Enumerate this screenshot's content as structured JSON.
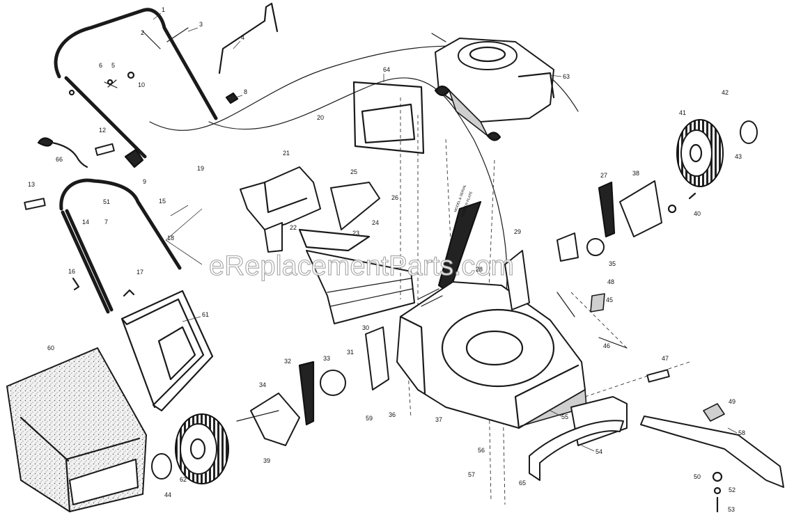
{
  "watermark": "eReplacementParts.com",
  "deck_label": {
    "line1": "MODEL & SERIAL",
    "line2": "NUMBER PLATE"
  },
  "part_labels": {
    "n1": "1",
    "n2": "2",
    "n3": "3",
    "n4": "4",
    "n5": "5",
    "n6": "6",
    "n7": "7",
    "n8": "8",
    "n9": "9",
    "n10": "10",
    "n12": "12",
    "n13": "13",
    "n14": "14",
    "n15": "15",
    "n16": "16",
    "n17": "17",
    "n18": "18",
    "n19": "19",
    "n20": "20",
    "n21": "21",
    "n22": "22",
    "n23": "23",
    "n24": "24",
    "n25": "25",
    "n26": "26",
    "n27": "27",
    "n28": "28",
    "n29": "29",
    "n30": "30",
    "n31": "31",
    "n32": "32",
    "n33": "33",
    "n34": "34",
    "n35": "35",
    "n36": "36",
    "n37": "37",
    "n38": "38",
    "n39": "39",
    "n40": "40",
    "n41": "41",
    "n42": "42",
    "n43": "43",
    "n44": "44",
    "n45": "45",
    "n46": "46",
    "n47": "47",
    "n48": "48",
    "n49": "49",
    "n50": "50",
    "n51": "51",
    "n52": "52",
    "n53": "53",
    "n54": "54",
    "n55": "55",
    "n56": "56",
    "n57": "57",
    "n58": "58",
    "n59": "59",
    "n60": "60",
    "n61": "61",
    "n62": "62",
    "n63": "63",
    "n64": "64",
    "n65": "65",
    "n66": "66"
  }
}
